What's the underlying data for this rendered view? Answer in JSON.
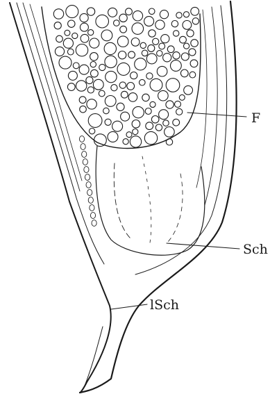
{
  "figure": {
    "labels": {
      "f": "F",
      "sch": "Sch",
      "lsch": "lSch"
    },
    "ink_color": "#1a1a1a",
    "paper_color": "#ffffff"
  }
}
